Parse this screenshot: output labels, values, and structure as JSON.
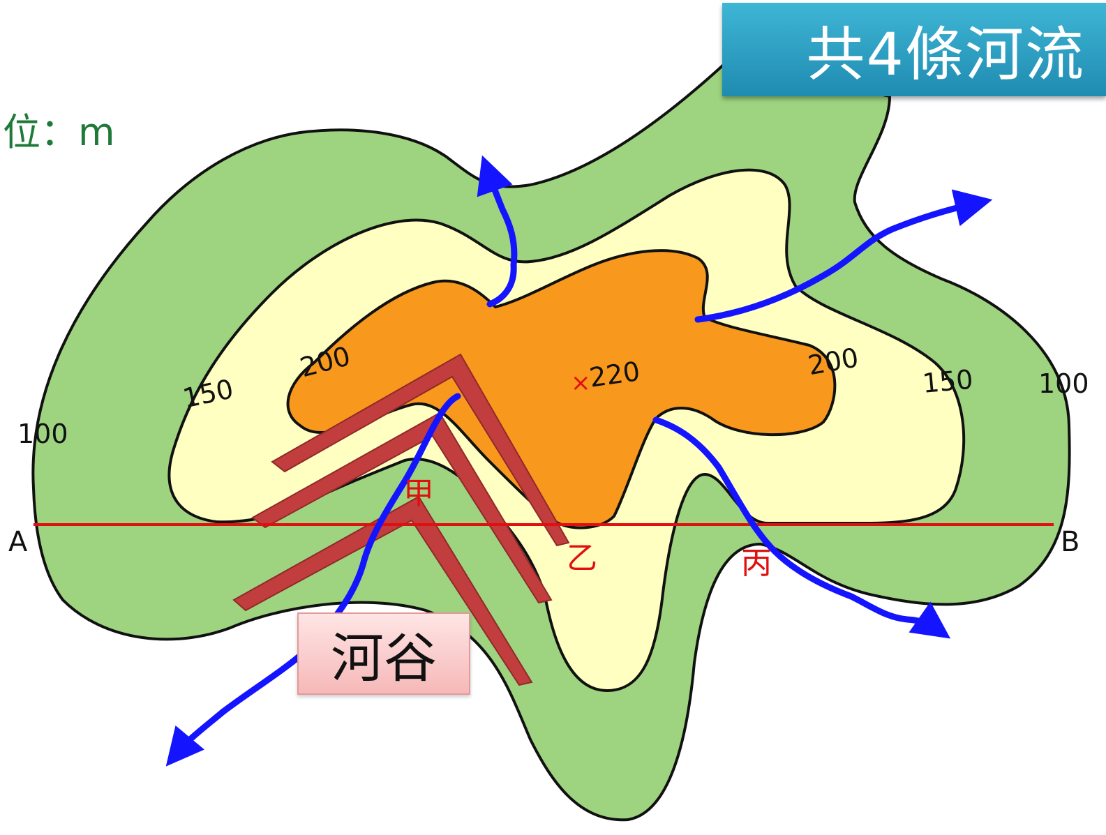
{
  "title": "共4條河流",
  "unit_text": "位：m",
  "callout": "河谷",
  "peak": {
    "marker": "×",
    "label": "220"
  },
  "contours": [
    {
      "name": "outer-100",
      "value": "100",
      "fill": "#9ed480"
    },
    {
      "name": "middle-150",
      "value": "150",
      "fill": "#ffffc2"
    },
    {
      "name": "inner-200",
      "value": "200",
      "fill": "#f8981c"
    }
  ],
  "contour_labels": {
    "left_100": "100",
    "left_150": "150",
    "left_200": "200",
    "right_200": "200",
    "right_150": "150",
    "right_100": "100"
  },
  "profile_line": {
    "start_label": "A",
    "end_label": "B",
    "color": "#e01010"
  },
  "points": {
    "jia": "甲",
    "yi": "乙",
    "bing": "丙"
  },
  "rivers": {
    "count": 4,
    "color": "#1414ff"
  },
  "valley_chevron_color": "#c23d3d"
}
